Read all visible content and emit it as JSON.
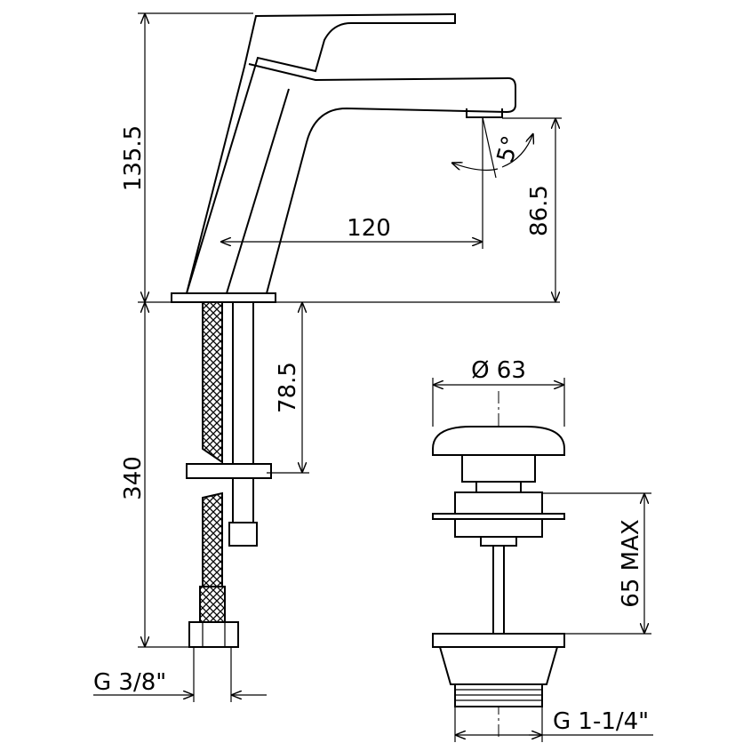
{
  "drawing": {
    "title": "Faucet and pop-up waste technical drawing",
    "dimensions": {
      "total_height": "135.5",
      "spout_reach": "120",
      "spout_height": "86.5",
      "spout_angle": "5°",
      "shank_length": "78.5",
      "hose_length": "340",
      "hose_thread": "G  3/8\"",
      "waste_diameter": "Ø 63",
      "waste_height": "65 MAX",
      "waste_thread": "G  1-1/4\""
    },
    "colors": {
      "line": "#000000",
      "background": "#ffffff"
    }
  }
}
